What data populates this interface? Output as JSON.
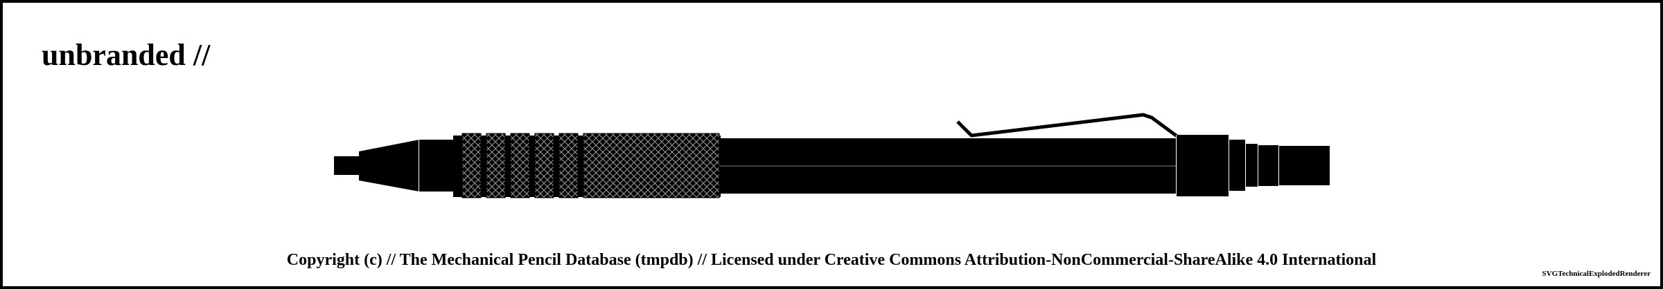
{
  "header": {
    "title": "unbranded //"
  },
  "footer": {
    "copyright": "Copyright (c) // The Mechanical Pencil Database (tmpdb) // Licensed under Creative Commons Attribution-NonCommercial-ShareAlike 4.0 International",
    "renderer": "SVGTechnicalExplodedRenderer"
  },
  "drawing": {
    "subject": "mechanical pencil side view",
    "fill_color": "#000000",
    "hatch_color": "#8a8a8a",
    "outline_color": "#ffffff"
  }
}
